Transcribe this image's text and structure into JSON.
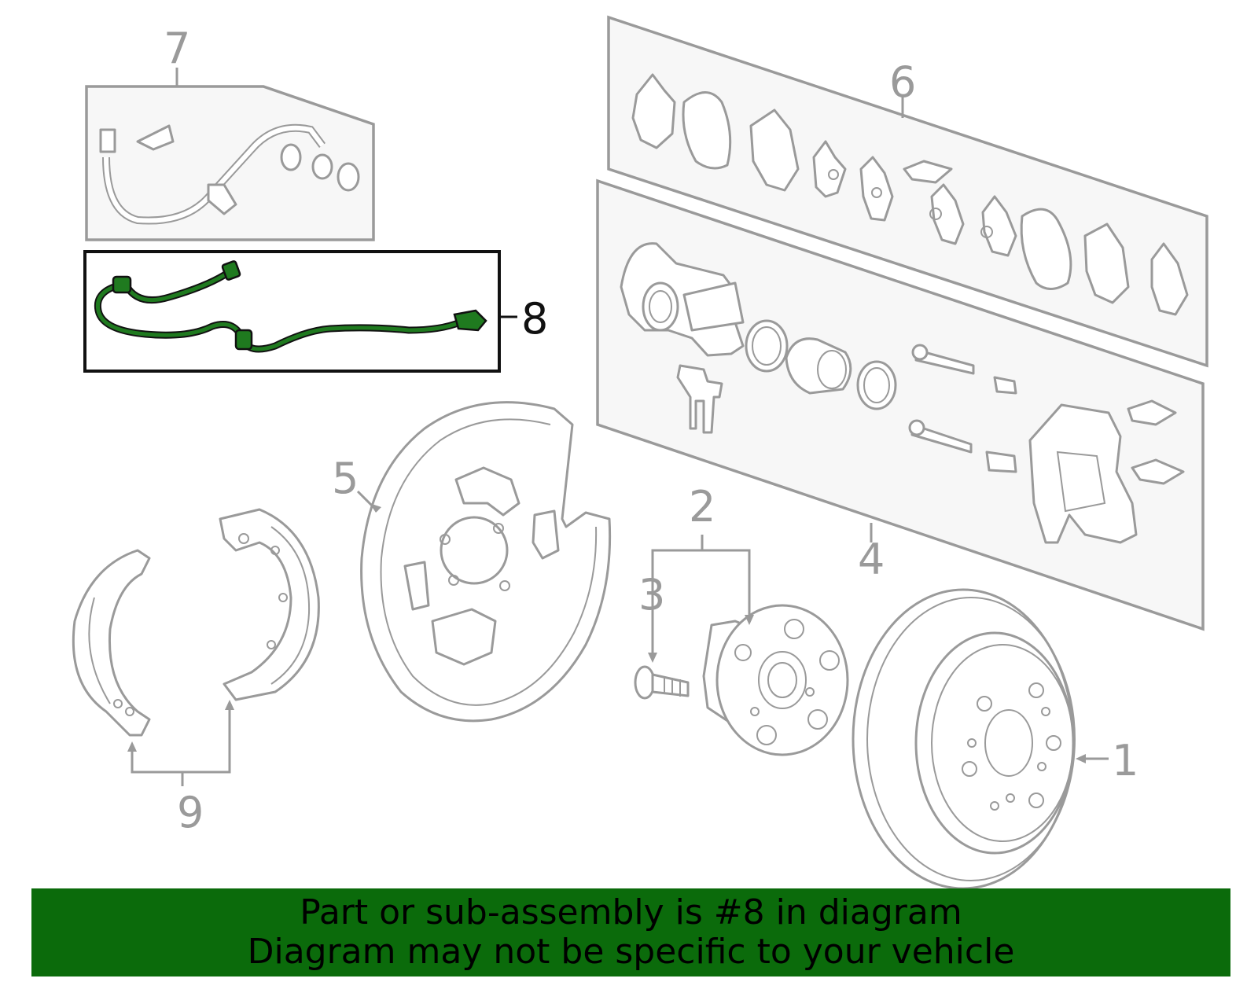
{
  "callouts": {
    "c1": "1",
    "c2": "2",
    "c3": "3",
    "c4": "4",
    "c5": "5",
    "c6": "6",
    "c7": "7",
    "c8": "8",
    "c9": "9"
  },
  "highlighted_callout": "8",
  "banner": {
    "line1": "Part or sub-assembly is #8 in diagram",
    "line2": "Diagram may not be specific to your vehicle"
  },
  "colors": {
    "highlight": "#1f7a1f",
    "banner": "#0b6b0b",
    "linework": "#9a9a9a"
  }
}
